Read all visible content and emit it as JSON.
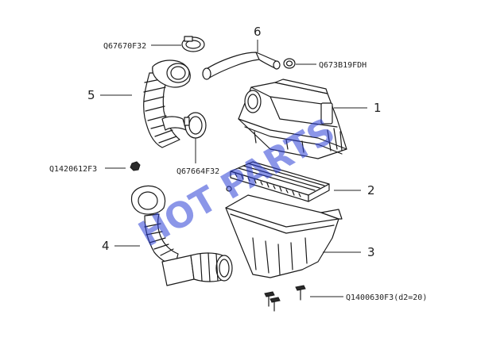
{
  "watermark": {
    "text": "HOT PARTS",
    "color": "#2b3fd6"
  },
  "callouts": [
    {
      "id": "1",
      "label": "1"
    },
    {
      "id": "2",
      "label": "2"
    },
    {
      "id": "3",
      "label": "3"
    },
    {
      "id": "4",
      "label": "4"
    },
    {
      "id": "5",
      "label": "5"
    },
    {
      "id": "6",
      "label": "6"
    }
  ],
  "part_codes": {
    "clamp_top": "Q67670F32",
    "clip_hose": "Q673B19FDH",
    "small_nut": "Q1420612F3",
    "clamp_lower": "Q67664F32",
    "bolts": "Q1400630F3(d2=20)"
  }
}
